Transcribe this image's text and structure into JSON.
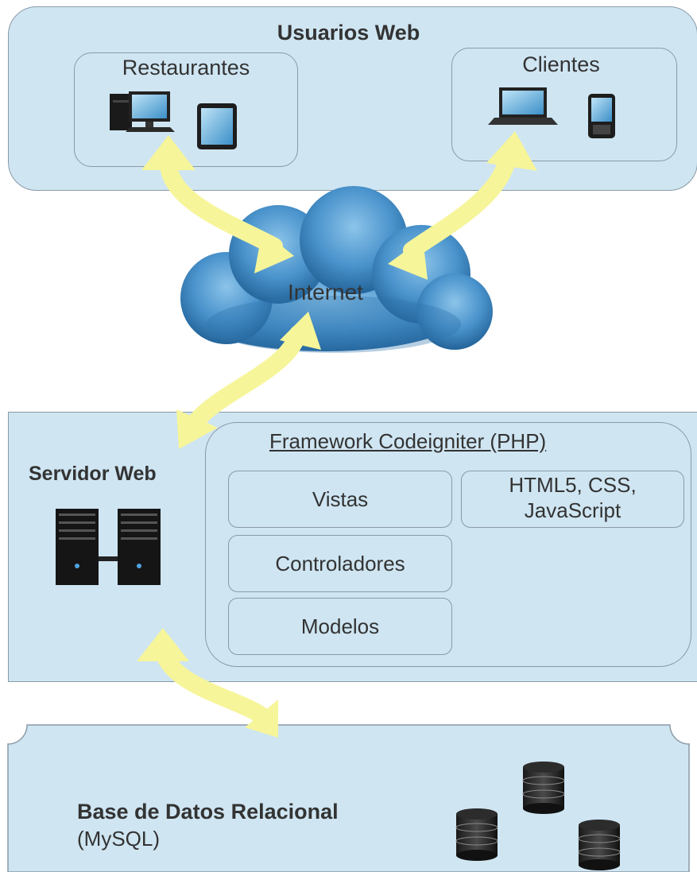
{
  "users_panel": {
    "title": "Usuarios Web",
    "restaurants_label": "Restaurantes",
    "clients_label": "Clientes"
  },
  "internet": {
    "label": "Internet"
  },
  "server_panel": {
    "title": "Servidor Web",
    "framework_title": "Framework Codeigniter (PHP)",
    "views_label": "Vistas",
    "controllers_label": "Controladores",
    "models_label": "Modelos",
    "tech_line1": "HTML5, CSS,",
    "tech_line2": "JavaScript"
  },
  "database_panel": {
    "title": "Base de Datos Relacional",
    "subtitle": "(MySQL)"
  },
  "colors": {
    "panel_fill": "#cfe5f2",
    "panel_border": "#8a9aa6",
    "arrow": "#f6f59a",
    "cloud": "#3f88c4"
  },
  "icons": [
    "desktop-computer-icon",
    "tablet-icon",
    "laptop-icon",
    "smartphone-icon",
    "cloud-icon",
    "server-towers-icon",
    "database-icon"
  ]
}
